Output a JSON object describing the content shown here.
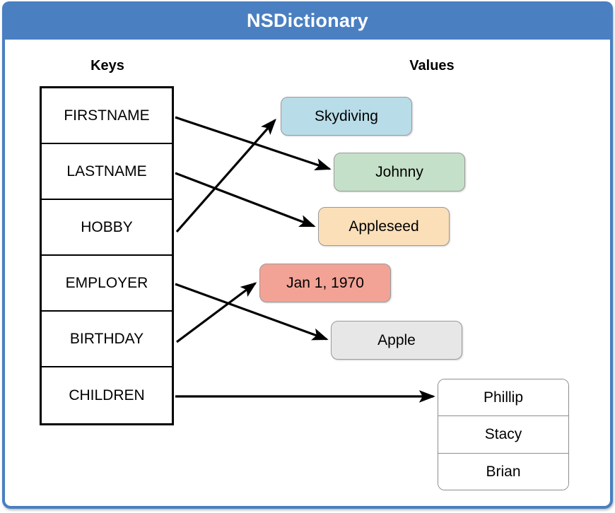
{
  "window": {
    "title": "NSDictionary",
    "title_bar_color": "#4a7fc1",
    "frame_border_color": "#4a7fc1",
    "background_color": "#ffffff"
  },
  "headings": {
    "keys": "Keys",
    "values": "Values"
  },
  "keys": [
    {
      "label": "FIRSTNAME"
    },
    {
      "label": "LASTNAME"
    },
    {
      "label": "HOBBY"
    },
    {
      "label": "EMPLOYER"
    },
    {
      "label": "BIRTHDAY"
    },
    {
      "label": "CHILDREN"
    }
  ],
  "values": [
    {
      "label": "Skydiving",
      "color": "#b8dce8"
    },
    {
      "label": "Johnny",
      "color": "#c5e0c8"
    },
    {
      "label": "Appleseed",
      "color": "#fbdfb9"
    },
    {
      "label": "Jan 1, 1970",
      "color": "#f2a396"
    },
    {
      "label": "Apple",
      "color": "#e6e7e6"
    }
  ],
  "children_list": {
    "items": [
      "Phillip",
      "Stacy",
      "Brian"
    ]
  },
  "mappings": [
    {
      "key": "FIRSTNAME",
      "value": "Johnny"
    },
    {
      "key": "LASTNAME",
      "value": "Appleseed"
    },
    {
      "key": "HOBBY",
      "value": "Skydiving"
    },
    {
      "key": "EMPLOYER",
      "value": "Apple"
    },
    {
      "key": "BIRTHDAY",
      "value": "Jan 1, 1970"
    },
    {
      "key": "CHILDREN",
      "value": "Phillip / Stacy / Brian"
    }
  ],
  "arrow_color": "#000000"
}
